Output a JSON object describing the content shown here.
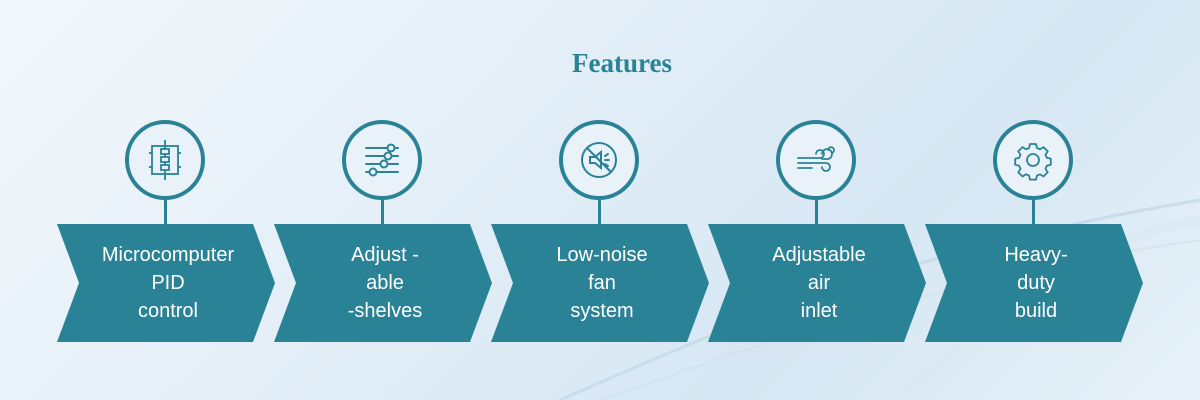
{
  "title": "Features",
  "colors": {
    "accent": "#2a8296",
    "background": "#e3eef7",
    "text_on_accent": "#ffffff"
  },
  "steps": [
    {
      "label": "Microcomputer\nPID\ncontrol",
      "icon": "pid-control-icon"
    },
    {
      "label": "Adjust -\nable\n-shelves",
      "icon": "sliders-icon"
    },
    {
      "label": "Low-noise\nfan\nsystem",
      "icon": "mute-speaker-icon"
    },
    {
      "label": "Adjustable\nair\ninlet",
      "icon": "wind-icon"
    },
    {
      "label": "Heavy-\nduty\nbuild",
      "icon": "gear-icon"
    }
  ]
}
